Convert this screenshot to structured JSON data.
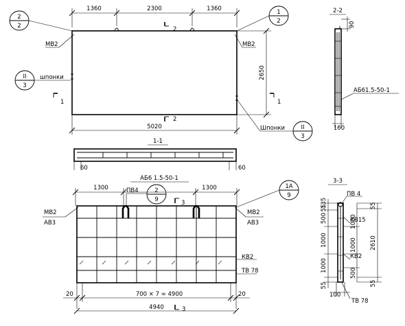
{
  "plan": {
    "dims_top": [
      "1360",
      "2300",
      "1360"
    ],
    "dim_height": "2650",
    "dim_length": "5020",
    "marks_left": "МВ2",
    "marks_right": "МВ2",
    "label_keys_left": "шпонки",
    "label_keys_right": "Шпонки",
    "callout_tl": {
      "top": "2",
      "bottom": "2"
    },
    "callout_tr": {
      "top": "1",
      "bottom": "2"
    },
    "callout_l": {
      "top": "II",
      "bottom": "3"
    },
    "callout_br": {
      "top": "II",
      "bottom": "3"
    },
    "cut_top": "2",
    "cut_bottom": "2",
    "cut_left": "1",
    "cut_right": "1"
  },
  "section_22": {
    "title": "2-2",
    "dim_top": "90",
    "dim_bottom": "160",
    "label": "АБ61.5-50-1"
  },
  "section_11": {
    "title": "1-1",
    "dim_left": "60",
    "dim_right": "60"
  },
  "cage": {
    "title": "АБ6 1.5-50-1",
    "dims_top": [
      "1300",
      "1300"
    ],
    "label_pv": "ПВ4",
    "callout_top": {
      "top": "2",
      "bottom": "9"
    },
    "callout_right": {
      "top": "1А",
      "bottom": "9"
    },
    "cut_top": "3",
    "cut_bottom": "3",
    "left_marks": [
      "МВ2",
      "АВ3"
    ],
    "right_marks": [
      "МВ2",
      "АВ3"
    ],
    "label_kv2": "КВ2",
    "label_tv": "ТВ 78",
    "dim_left": "20",
    "dim_right": "20",
    "dim_spacing": "700 × 7 = 4900",
    "dim_length": "4940"
  },
  "section_33": {
    "title": "3-3",
    "label_pv": "ПВ 4",
    "label_kv15": "КВ15",
    "label_kv2": "КВ2",
    "label_tv": "ТВ 78",
    "dim_top": "135",
    "left_dims": [
      "55",
      "500",
      "1000",
      "1000",
      "55"
    ],
    "mid_dims": [
      "1000",
      "1000",
      "500"
    ],
    "right_dims": [
      "55",
      "55"
    ],
    "dim_total": "2610",
    "dim_bottom": "100"
  }
}
